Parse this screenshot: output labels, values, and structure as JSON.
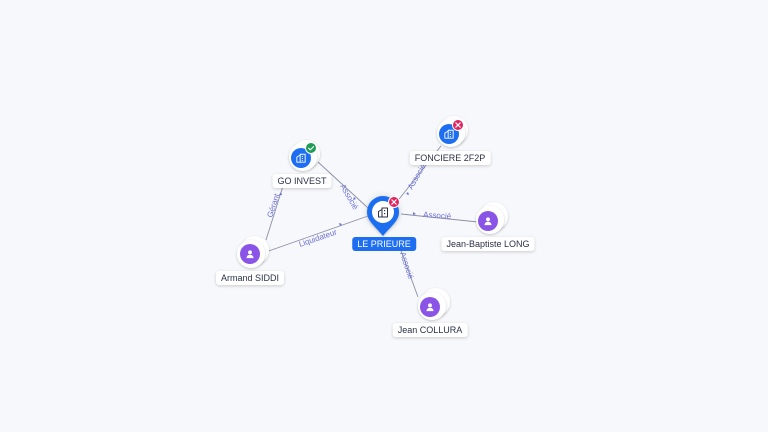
{
  "graph": {
    "center": {
      "label": "LE PRIEURE",
      "type": "company",
      "status": "closed",
      "icon": "building-icon"
    },
    "nodes": [
      {
        "id": "go-invest",
        "label": "GO INVEST",
        "type": "company",
        "status": "active",
        "icon": "building-icon"
      },
      {
        "id": "fonciere",
        "label": "FONCIERE 2F2P",
        "type": "company",
        "status": "closed",
        "icon": "building-icon"
      },
      {
        "id": "armand",
        "label": "Armand SIDDI",
        "type": "person",
        "icon": "person-icon"
      },
      {
        "id": "jean-baptiste",
        "label": "Jean-Baptiste LONG",
        "type": "person",
        "icon": "person-icon"
      },
      {
        "id": "jean-collura",
        "label": "Jean COLLURA",
        "type": "person",
        "icon": "person-icon"
      }
    ],
    "edges": [
      {
        "from": "go-invest",
        "to": "center",
        "label": "Associé"
      },
      {
        "from": "fonciere",
        "to": "center",
        "label": "Associé"
      },
      {
        "from": "jean-baptiste",
        "to": "center",
        "label": "Associé"
      },
      {
        "from": "jean-collura",
        "to": "center",
        "label": "Associé"
      },
      {
        "from": "armand",
        "to": "center",
        "label": "Liquidateur"
      },
      {
        "from": "armand",
        "to": "go-invest",
        "label": "Gérant"
      }
    ]
  },
  "colors": {
    "company": "#1d6ef0",
    "person": "#8a55e6",
    "active_badge": "#1f9d55",
    "closed_badge": "#e0245e",
    "edge": "#8a8fa3",
    "edge_label": "#6b6fd6"
  }
}
